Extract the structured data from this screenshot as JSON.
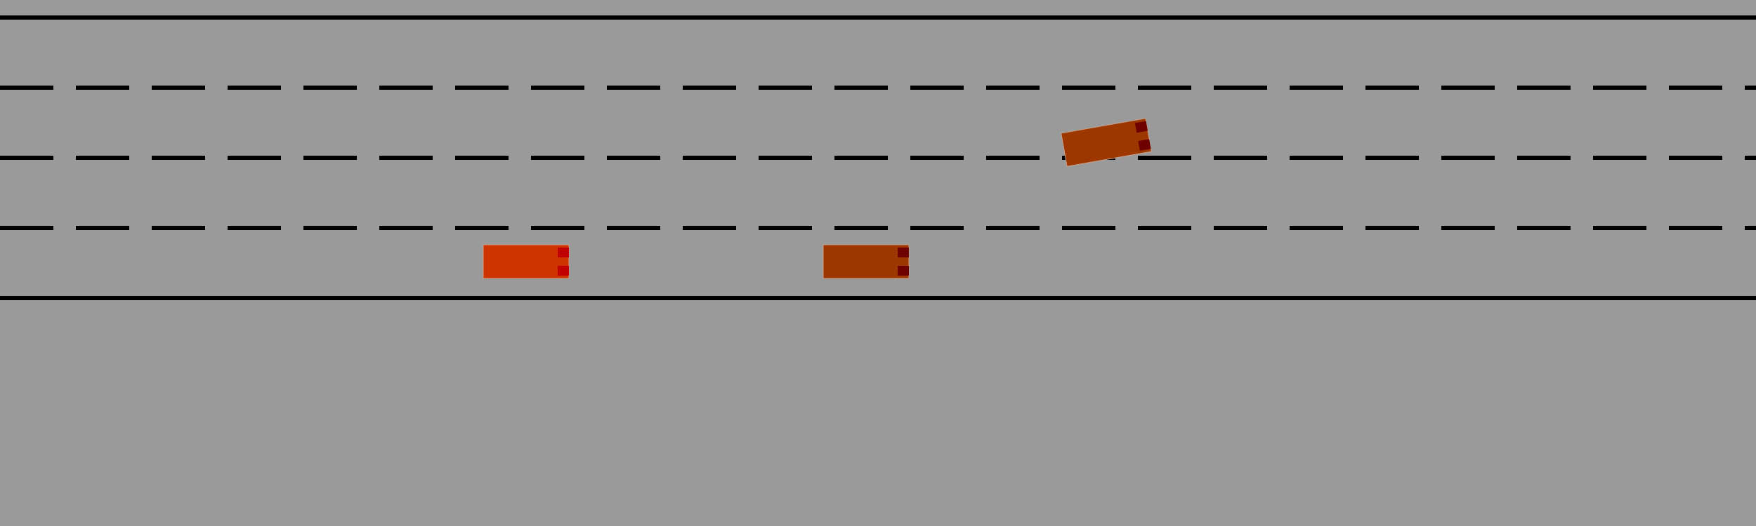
{
  "scene": {
    "background_color": "#9a9a9a",
    "road": {
      "lane_count": 4,
      "line_color": "#000000",
      "boundary_style": "solid",
      "divider_style": "dashed"
    },
    "vehicles": [
      {
        "id": "ego-vehicle",
        "lane": 4,
        "heading": "right",
        "body_color": "#cf3400",
        "light_color": "#c00000"
      },
      {
        "id": "other-vehicle-1",
        "lane": 4,
        "heading": "right",
        "body_color": "#9e3600",
        "light_color": "#6e0000"
      },
      {
        "id": "other-vehicle-2",
        "lane": 2,
        "heading": "right",
        "tilt": "changing-lane-up",
        "body_color": "#9e3600",
        "light_color": "#6e0000"
      }
    ]
  }
}
